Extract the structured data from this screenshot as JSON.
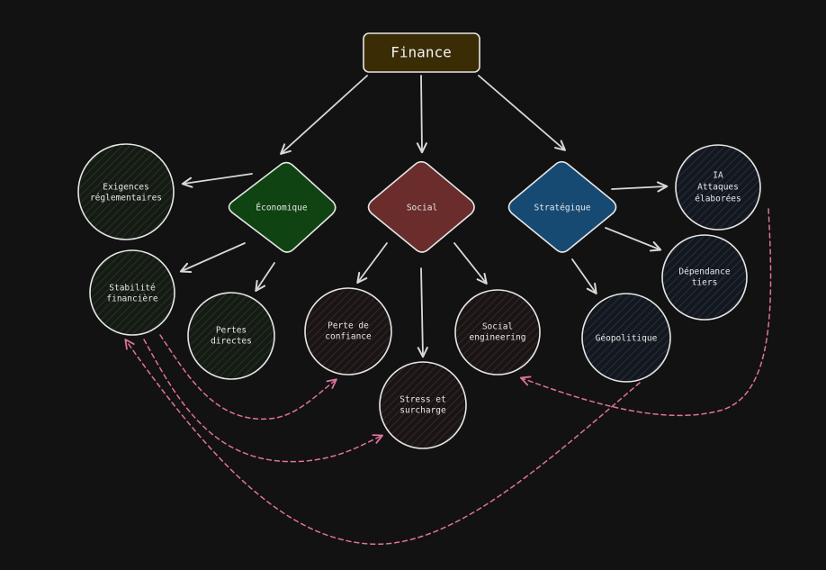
{
  "diagram": {
    "root": {
      "label": "Finance",
      "fill": "#3a2c05"
    },
    "categories": {
      "economique": {
        "label": "Économique",
        "fill": "#0f4412"
      },
      "social": {
        "label": "Social",
        "fill": "#6b2c2c"
      },
      "strategique": {
        "label": "Stratégique",
        "fill": "#164a73"
      }
    },
    "nodes": {
      "exigences": {
        "lines": [
          "Exigences",
          "réglementaires"
        ],
        "tint": "#1c2a1c"
      },
      "stabilite": {
        "lines": [
          "Stabilité",
          "financière"
        ],
        "tint": "#1c2a1c"
      },
      "pertes": {
        "lines": [
          "Pertes",
          "directes"
        ],
        "tint": "#1c2a1c"
      },
      "confiance": {
        "lines": [
          "Perte de",
          "confiance"
        ],
        "tint": "#2e1f1f"
      },
      "stress": {
        "lines": [
          "Stress et",
          "surcharge"
        ],
        "tint": "#2e1f1f"
      },
      "social_eng": {
        "lines": [
          "Social",
          "engineering"
        ],
        "tint": "#2e1f1f"
      },
      "geopolitique": {
        "lines": [
          "Géopolitique"
        ],
        "tint": "#1b2533"
      },
      "ia": {
        "lines": [
          "IA",
          "Attaques",
          "élaborées"
        ],
        "tint": "#1b2533"
      },
      "dependance": {
        "lines": [
          "Dépendance",
          "tiers"
        ],
        "tint": "#1b2533"
      }
    },
    "colors": {
      "background": "#121212",
      "stroke": "#e6e6e6",
      "dashed_link": "#e0719f"
    }
  }
}
